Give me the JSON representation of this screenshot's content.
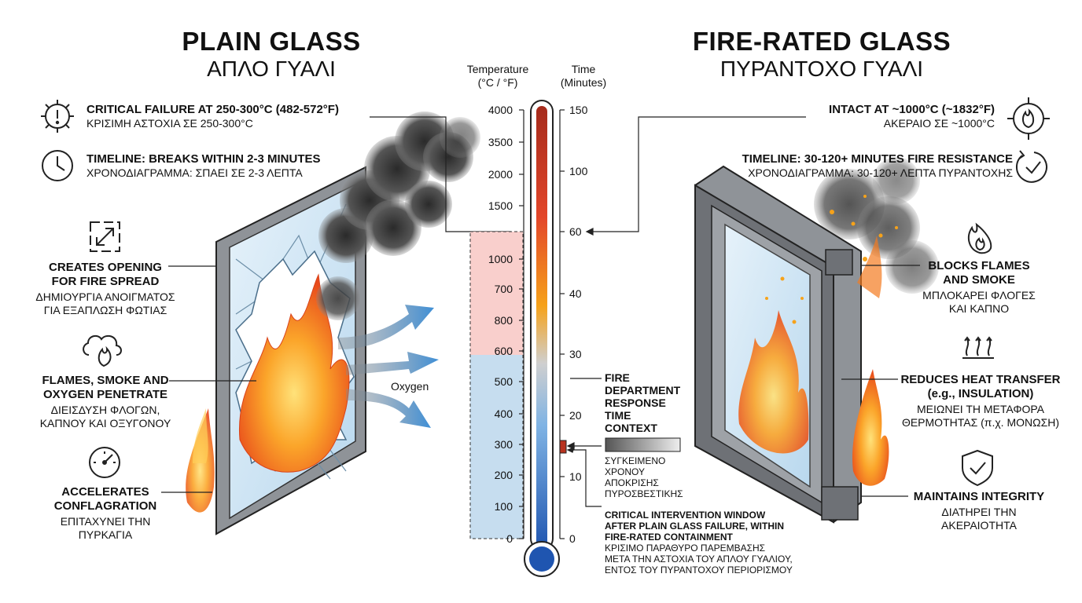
{
  "left": {
    "title": "PLAIN GLASS",
    "subtitle": "ΑΠΛΟ ΓΥΑΛΙ",
    "failure": {
      "head": "CRITICAL FAILURE AT 250-300°C (482-572°F)",
      "gr": "ΚΡΙΣΙΜΗ ΑΣΤΟΧΙΑ ΣΕ 250-300°C",
      "icon": "gear-alert-icon"
    },
    "timeline": {
      "head": "TIMELINE: BREAKS WITHIN 2-3 MINUTES",
      "gr": "ΧΡΟΝΟΔΙΑΓΡΑΜΜΑ: ΣΠΑΕΙ ΣΕ 2-3 ΛΕΠΤΑ",
      "icon": "clock-icon"
    },
    "opening": {
      "head1": "CREATES OPENING",
      "head2": "FOR FIRE SPREAD",
      "gr1": "ΔΗΜΙΟΥΡΓΙΑ ΑΝΟΙΓΜΑΤΟΣ",
      "gr2": "ΓΙΑ ΕΞΑΠΛΩΣΗ ΦΩΤΙΑΣ",
      "icon": "expand-arrows-icon"
    },
    "penetrate": {
      "head1": "FLAMES, SMOKE AND",
      "head2": "OXYGEN PENETRATE",
      "gr1": "ΔΙΕΙΣΔΥΣΗ ΦΛΟΓΩΝ,",
      "gr2": "ΚΑΠΝΟΥ ΚΑΙ ΟΞΥΓΟΝΟΥ",
      "icon": "smoke-cloud-flame-icon"
    },
    "accelerates": {
      "head1": "ACCELERATES",
      "head2": "CONFLAGRATION",
      "gr1": "ΕΠΙΤΑΧΥΝΕΙ ΤΗΝ",
      "gr2": "ΠΥΡΚΑΓΙΑ",
      "icon": "gauge-icon"
    },
    "oxygen_label": "Oxygen"
  },
  "right": {
    "title": "FIRE-RATED GLASS",
    "subtitle": "ΠΥΡΑΝΤΟΧΟ ΓΥΑΛΙ",
    "intact": {
      "head": "INTACT AT ~1000°C (~1832°F)",
      "gr": "ΑΚΕΡΑΙΟ ΣΕ ~1000°C",
      "icon": "target-flame-icon"
    },
    "timeline": {
      "head": "TIMELINE: 30-120+ MINUTES FIRE RESISTANCE",
      "gr": "ΧΡΟΝΟΔΙΑΓΡΑΜΜΑ: 30-120+ ΛΕΠΤΑ ΠΥΡΑΝΤΟΧΗΣ",
      "icon": "stopwatch-check-icon"
    },
    "blocks": {
      "head1": "BLOCKS FLAMES",
      "head2": "AND SMOKE",
      "gr1": "ΜΠΛΟΚΑΡΕΙ ΦΛΟΓΕΣ",
      "gr2": "ΚΑΙ ΚΑΠΝΟ",
      "icon": "flame-icon"
    },
    "heat": {
      "head1": "REDUCES HEAT TRANSFER",
      "head2": "(e.g., INSULATION)",
      "gr1": "ΜΕΙΩΝΕΙ ΤΗ ΜΕΤΑΦΟΡΑ",
      "gr2": "ΘΕΡΜΟΤΗΤΑΣ (π.χ. ΜΟΝΩΣΗ)",
      "icon": "heat-waves-icon"
    },
    "integrity": {
      "head": "MAINTAINS INTEGRITY",
      "gr1": "ΔΙΑΤΗΡΕΙ ΤΗΝ",
      "gr2": "ΑΚΕΡΑΙΟΤΗΤΑ",
      "icon": "shield-check-icon"
    }
  },
  "center": {
    "temp_head1": "Temperature",
    "temp_head2": "(°C / °F)",
    "time_head1": "Time",
    "time_head2": "(Minutes)",
    "temp_ticks": [
      "4000",
      "3500",
      "2000",
      "1500",
      "1000",
      "700",
      "800",
      "600",
      "500",
      "400",
      "300",
      "200",
      "100",
      "0"
    ],
    "time_ticks": [
      "150",
      "100",
      "60",
      "40",
      "30",
      "20",
      "10",
      "0"
    ],
    "fire_dept": [
      "FIRE",
      "DEPARTMENT",
      "RESPONSE",
      "TIME",
      "CONTEXT"
    ],
    "compared": [
      "ΣΥΓΚΕΙΜΕΝΟ",
      "ΧΡΟΝΟΥ",
      "ΑΠΟΚΡΙΣΗΣ",
      "ΠΥΡΟΣΒΕΣΤΙΚΗΣ"
    ],
    "critical_head": [
      "CRITICAL INTERVENTION WINDOW",
      "AFTER PLAIN GLASS FAILURE, WITHIN",
      "FIRE-RATED CONTAINMENT"
    ],
    "critical_gr": [
      "ΚΡΙΣΙΜΟ ΠΑΡΑΘΥΡΟ ΠΑΡΕΜΒΑΣΗΣ",
      "ΜΕΤΑ ΤΗΝ ΑΣΤΟΧΙΑ ΤΟΥ ΑΠΛΟΥ ΓΥΑΛΙΟΥ,",
      "ΕΝΤΟΣ ΤΟΥ ΠΥΡΑΝΤΟΧΟΥ ΠΕΡΙΟΡΙΣΜΟΥ"
    ]
  },
  "colors": {
    "zone_red": "#f9cfcc",
    "zone_blue": "#c6ddef",
    "thermo_hot": "#b8321e",
    "thermo_cold": "#1f5fb3",
    "flame": "#f47a1f",
    "smoke": "#3a3a3a",
    "arrow_blue": "#3f8fd6",
    "frame_grey": "#8f9398"
  }
}
